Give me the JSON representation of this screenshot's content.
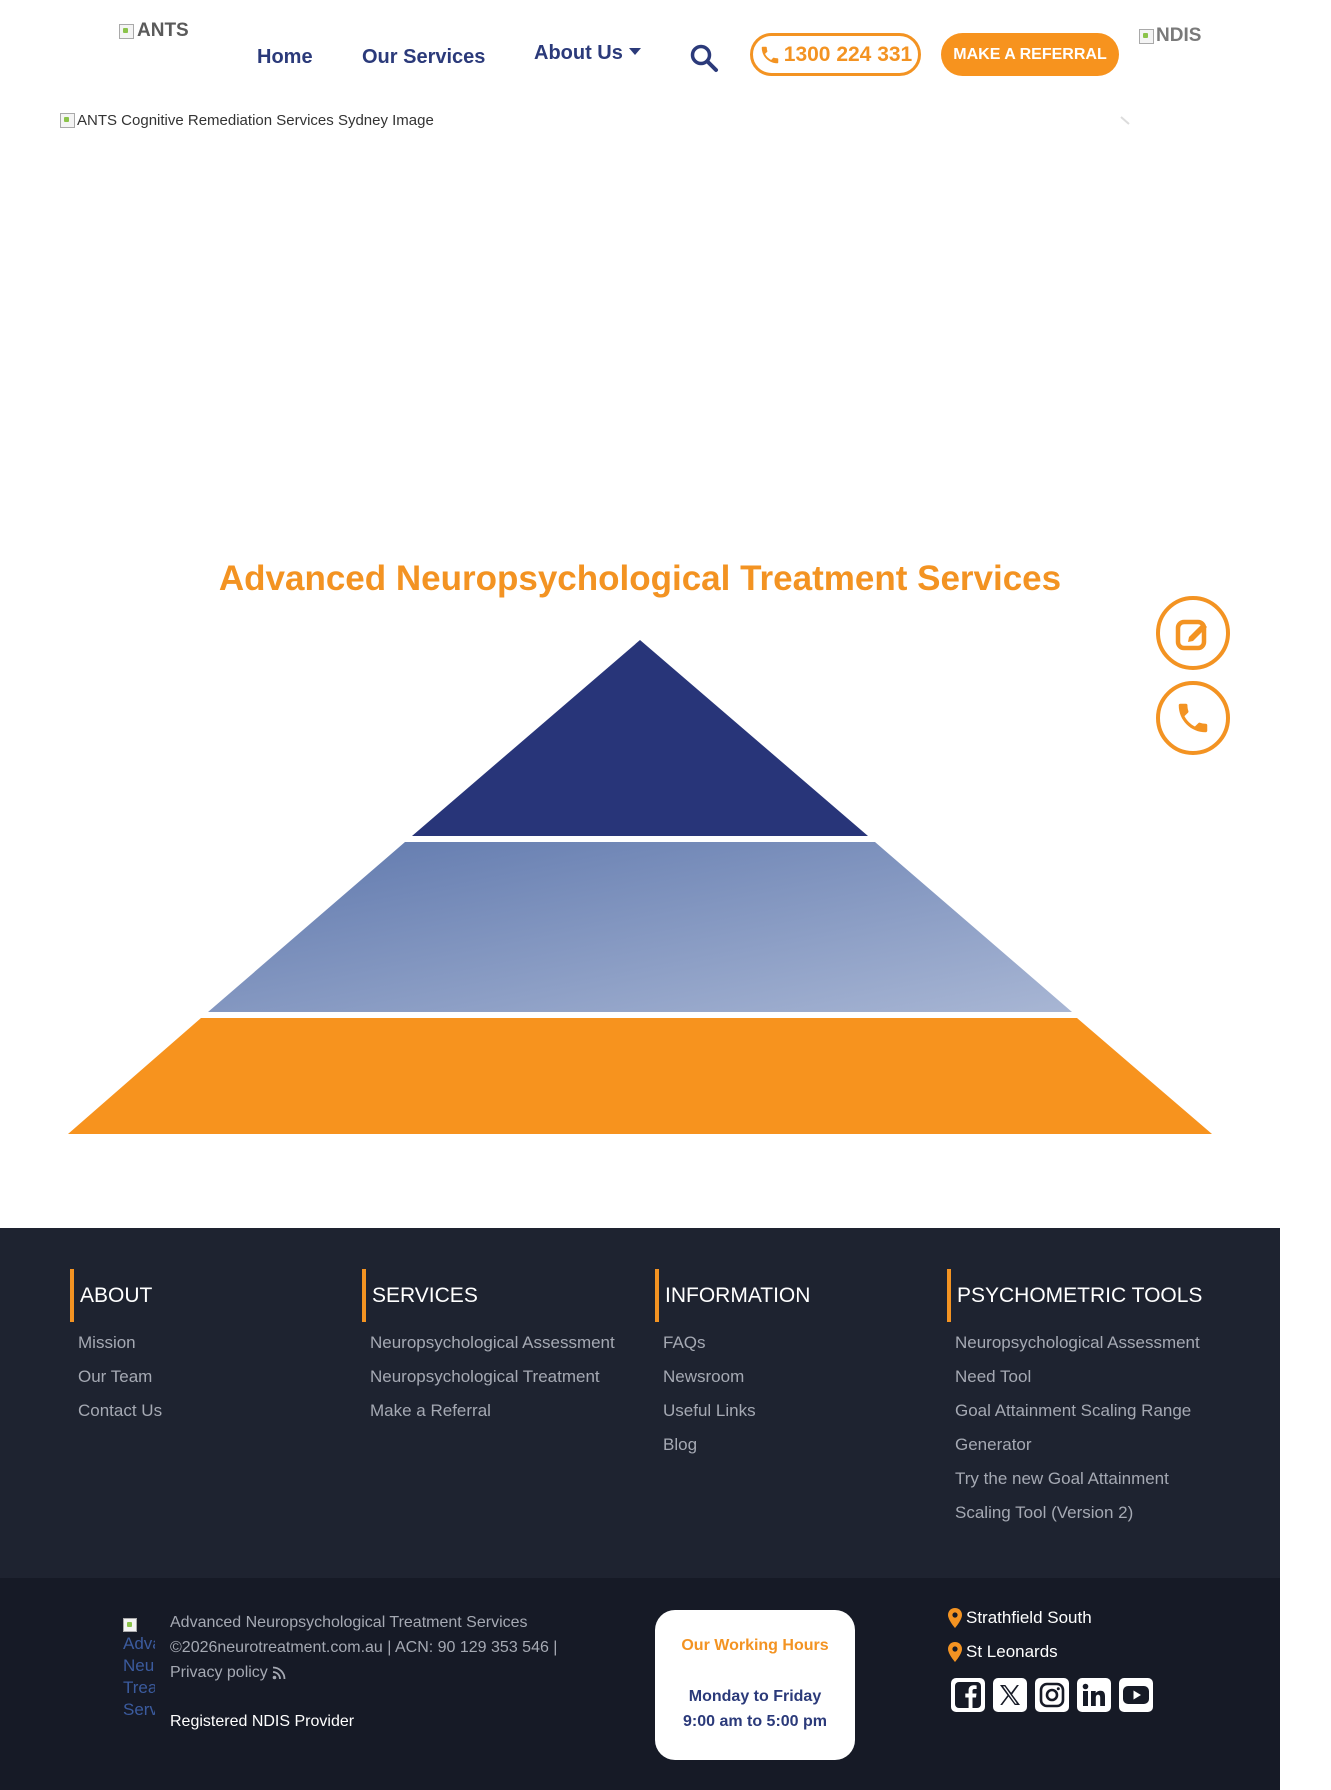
{
  "header": {
    "logo_alt": "ANTS",
    "nav": {
      "home": "Home",
      "services": "Our Services",
      "about": "About Us"
    },
    "phone": "1300 224 331",
    "referral": "MAKE A REFERRAL",
    "ndis_alt": "NDIS"
  },
  "hero": {
    "image_alt": "ANTS Cognitive Remediation Services Sydney Image"
  },
  "main": {
    "title": "Advanced Neuropsychological Treatment Services"
  },
  "colors": {
    "navy": "#283579",
    "orange": "#f7931e",
    "footer_top": "#1e2330",
    "footer_bottom": "#161a26"
  },
  "icons": {
    "float_top": "edit-icon",
    "float_bottom": "phone-icon"
  },
  "footer": {
    "about": {
      "title": "ABOUT",
      "links": [
        "Mission",
        "Our Team",
        "Contact Us"
      ]
    },
    "services": {
      "title": "SERVICES",
      "links": [
        "Neuropsychological Assessment",
        "Neuropsychological Treatment",
        "Make a Referral"
      ]
    },
    "information": {
      "title": "INFORMATION",
      "links": [
        "FAQs",
        "Newsroom",
        "Useful Links",
        "Blog"
      ]
    },
    "tools": {
      "title": "PSYCHOMETRIC TOOLS",
      "links": [
        "Neuropsychological Assessment",
        "Need Tool",
        "Goal Attainment Scaling Range",
        "Generator",
        "Try the new Goal Attainment",
        "Scaling Tool (Version 2)"
      ]
    },
    "bottom": {
      "logo_alt": "Advanced Neuropsychological Treatment Services",
      "company": "Advanced Neuropsychological Treatment Services",
      "copyright": "©2026neurotreatment.com.au | ACN: 90 129 353 546 |",
      "privacy": "Privacy policy",
      "registered": "Registered NDIS Provider",
      "hours_title": "Our Working Hours",
      "hours_days": "Monday to Friday",
      "hours_time": "9:00 am to 5:00 pm",
      "locations": [
        "Strathfield South",
        "St Leonards"
      ]
    }
  }
}
